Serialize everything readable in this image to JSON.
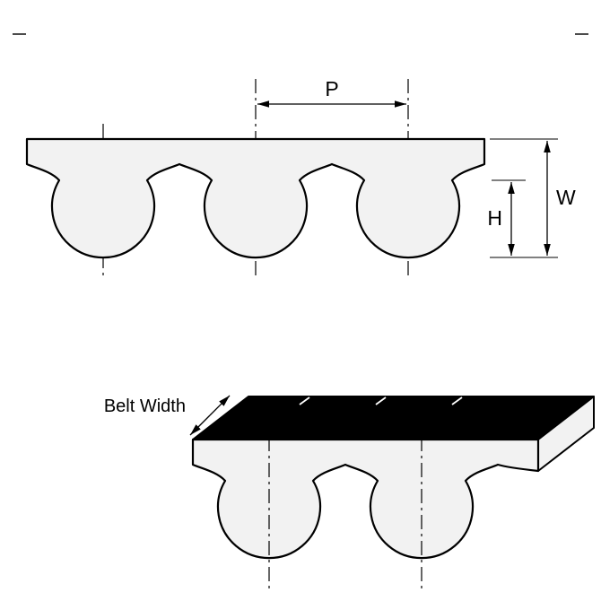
{
  "diagram": {
    "labels": {
      "pitch_label": "P",
      "width_label": "W",
      "height_label": "H",
      "belt_width_label": "Belt Width"
    },
    "colors": {
      "line": "#000000",
      "belt_fill": "#f2f2f2",
      "top_face_fill": "#000000",
      "tick_mark": "#ffffff",
      "background": "#ffffff"
    }
  }
}
